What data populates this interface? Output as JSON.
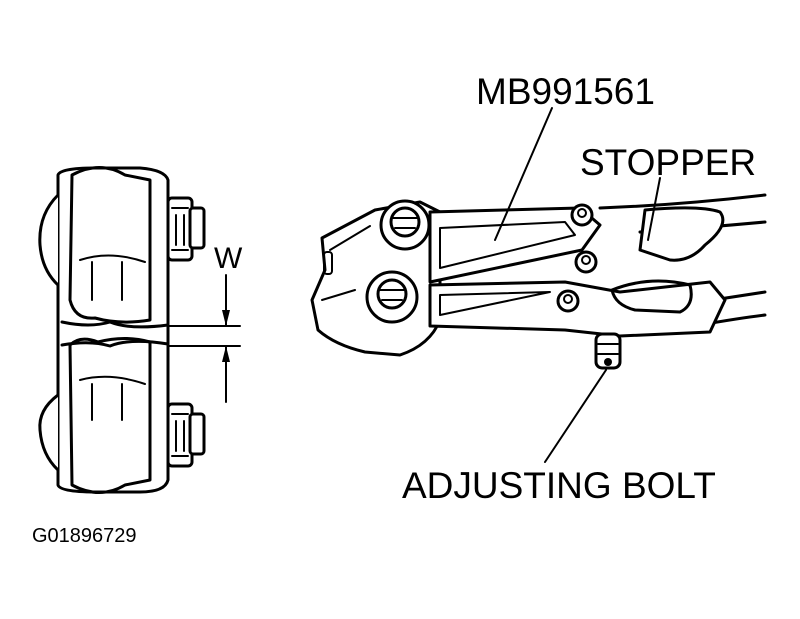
{
  "labels": {
    "tool_number": "MB991561",
    "stopper": "STOPPER",
    "adjusting_bolt": "ADJUSTING BOLT",
    "gap_dimension": "W",
    "figure_id": "G01896729"
  },
  "colors": {
    "ink": "#000000",
    "background": "#ffffff"
  }
}
